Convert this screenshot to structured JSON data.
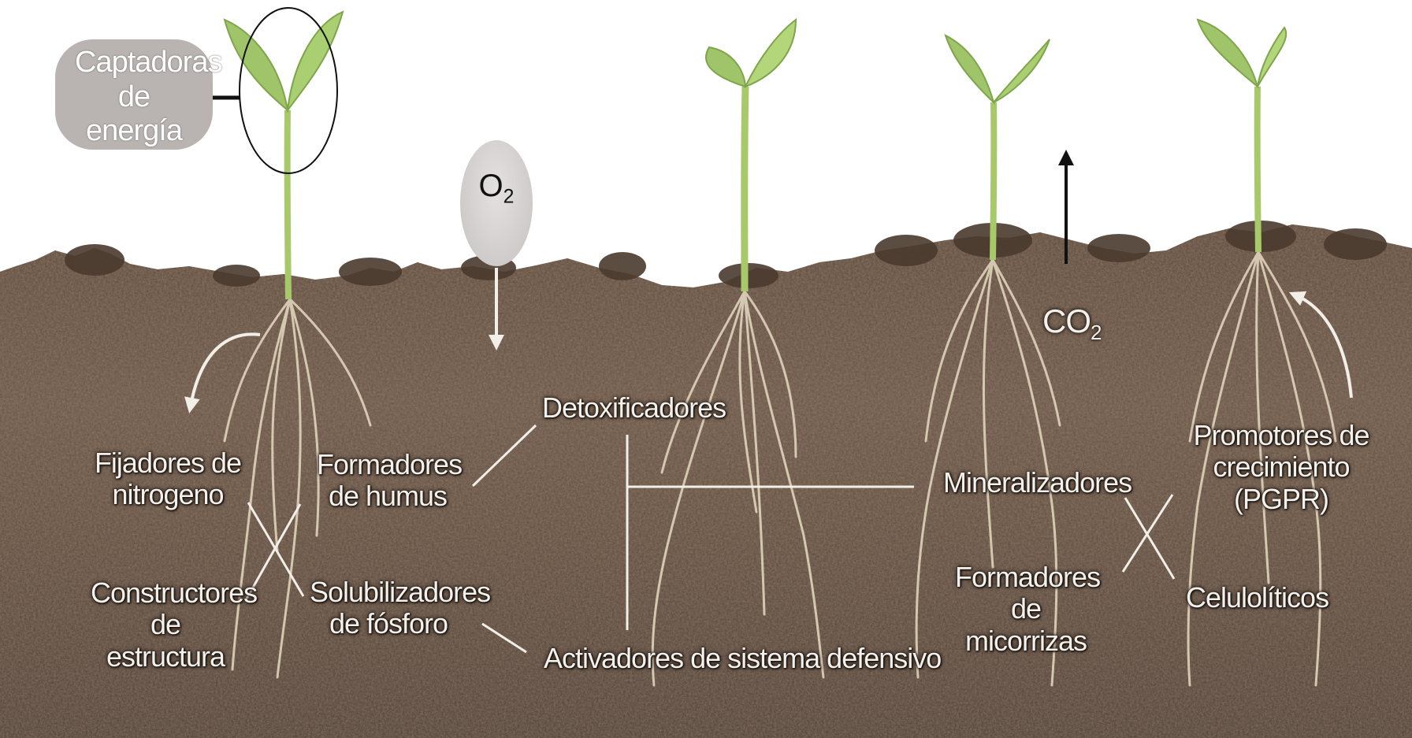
{
  "labels": {
    "captadoras": "Captadoras de energía",
    "o2": "O",
    "o2_sub": "2",
    "co2": "CO",
    "co2_sub": "2",
    "fijadores": "Fijadores de nitrogeno",
    "formadores_humus": "Formadores de humus",
    "constructores": "Constructores de estructura",
    "solubilizadores": "Solubilizadores de fósforo",
    "detoxificadores": "Detoxificadores",
    "activadores": "Activadores de sistema defensivo",
    "mineralizadores": "Mineralizadores",
    "formadores_micorrizas": "Formadores de micorrizas",
    "promotores": "Promotores de crecimiento (PGPR)",
    "celuloliticos": "Celulolíticos"
  },
  "colors": {
    "soil_dark": "#3a2a20",
    "soil_mid": "#5a4434",
    "leaf": "#9fc46a",
    "stem": "#b6cf6e",
    "root": "#e8dcc4",
    "bubble": "#b9b4b2",
    "label_text": "#f4f1ec"
  },
  "icons": [
    "seedling-icon",
    "arrow-down-icon",
    "arrow-up-icon",
    "curved-arrow-icon",
    "circle-highlight-icon"
  ]
}
